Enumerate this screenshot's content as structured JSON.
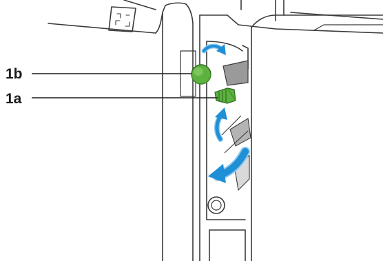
{
  "callouts": [
    {
      "id": "1b",
      "label": "1b"
    },
    {
      "id": "1a",
      "label": "1a"
    }
  ],
  "colors": {
    "line": "#3a3a3a",
    "green": "#5cb13f",
    "green_dark": "#3f8f2a",
    "arrow_blue": "#1f8fd6",
    "arrow_blue_light": "#8fc9ef",
    "panel_shade": "#e9e9e9",
    "gray_part": "#9a9a9a"
  },
  "icons": {
    "knob": "green-rotary-knob-icon",
    "lever": "green-release-lever-icon",
    "rotate_arrow": "curved-rotate-arrow-icon",
    "up_arrow": "curved-up-arrow-icon",
    "down_arrow": "down-left-pull-arrow-icon",
    "button": "round-button-icon"
  }
}
